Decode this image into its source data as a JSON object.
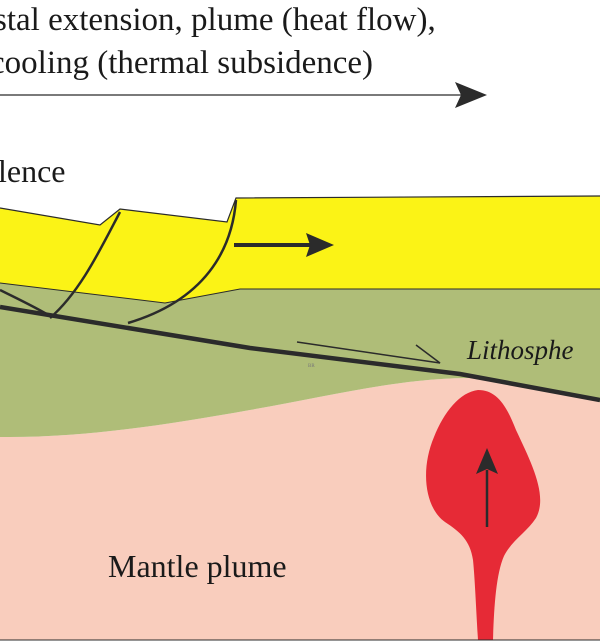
{
  "title": {
    "line1": "stal extension, plume (heat flow),",
    "line2": "cooling (thermal subsidence)"
  },
  "labels": {
    "subsidence_fragment": "lence",
    "lithosphere_fragment": "Lithosphe",
    "mantle_plume": "Mantle plume",
    "watermark": "BR"
  },
  "colors": {
    "crust": "#fbf316",
    "lithospheric_mantle": "#afbd78",
    "asthenosphere": "#f9cdbd",
    "plume": "#e62a36",
    "line": "#2b2b2b"
  }
}
